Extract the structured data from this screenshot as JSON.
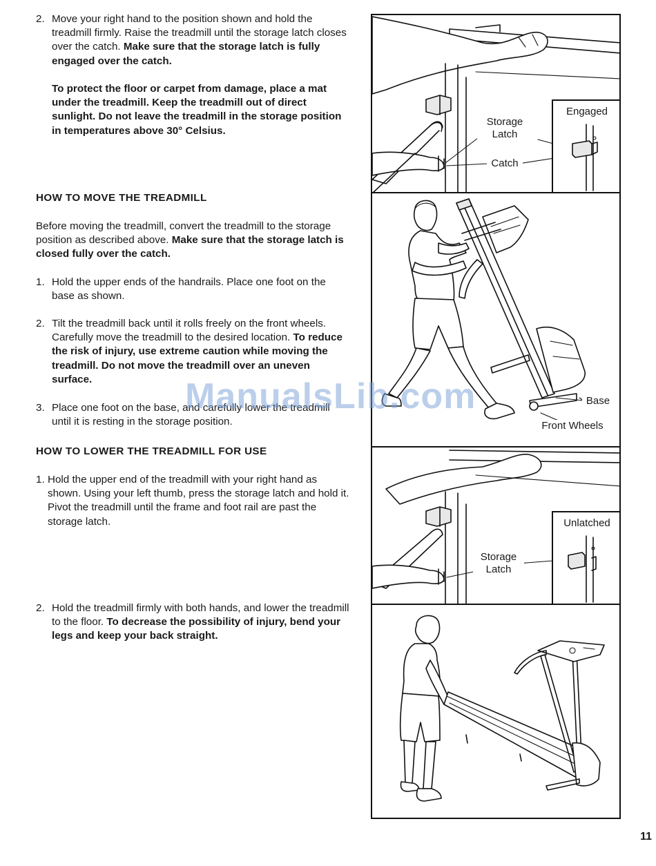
{
  "storage": {
    "step2_num": "2.",
    "step2_text": "Move your right hand to the position shown and hold the treadmill firmly. Raise the treadmill until the storage latch closes over the catch.",
    "step2_bold": "Make sure that the storage latch is fully engaged over the catch.",
    "warning": "To protect the floor or carpet from damage, place a mat under the treadmill. Keep the treadmill out of direct sunlight. Do not leave the treadmill in the storage position in temperatures above 30° Celsius."
  },
  "move": {
    "heading": "HOW TO MOVE THE TREADMILL",
    "intro": "Before moving the treadmill, convert the treadmill to the storage position as described above.",
    "intro_bold": "Make sure that the storage latch is closed fully over the catch.",
    "steps": [
      {
        "num": "1.",
        "text": "Hold the upper ends of the handrails. Place one foot on the base as shown.",
        "bold": ""
      },
      {
        "num": "2.",
        "text": "Tilt the treadmill back until it rolls freely on the front wheels. Carefully move the treadmill to the desired location.",
        "bold": "To reduce the risk of injury, use extreme caution while moving the treadmill. Do not move the treadmill over an uneven surface."
      },
      {
        "num": "3.",
        "text": "Place one foot on the base, and carefully lower the treadmill until it is resting in the storage position.",
        "bold": ""
      }
    ]
  },
  "lower": {
    "heading": "HOW TO LOWER THE TREADMILL FOR USE",
    "steps": [
      {
        "num": "1.",
        "text": "Hold the upper end of the treadmill with your right hand as shown. Using your left thumb, press the storage latch and hold it. Pivot the treadmill until the frame and foot rail are past the storage latch.",
        "bold": ""
      },
      {
        "num": "2.",
        "text": "Hold the treadmill firmly with both hands, and lower the treadmill to the floor.",
        "bold": "To decrease the possibility of injury, bend your legs and keep your back straight."
      }
    ]
  },
  "figures": {
    "fig1": {
      "inset_title": "Engaged",
      "label_latch": "Storage Latch",
      "label_catch": "Catch"
    },
    "fig2": {
      "label_base": "Base",
      "label_wheels": "Front Wheels"
    },
    "fig3": {
      "inset_title": "Unlatched",
      "label_latch": "Storage Latch"
    }
  },
  "page_number": "11",
  "watermark": "ManualsLib.com"
}
